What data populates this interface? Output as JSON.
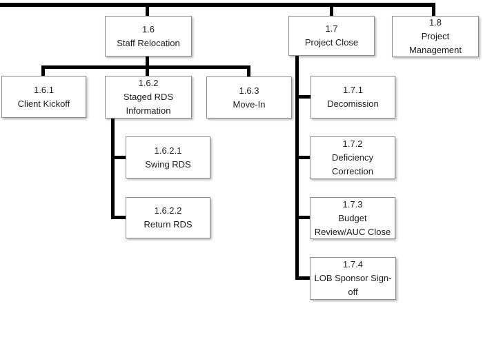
{
  "diagram": {
    "type": "wbs-org-chart",
    "nodes": [
      {
        "code": "1.6",
        "label": "Staff Relocation"
      },
      {
        "code": "1.7",
        "label": "Project Close"
      },
      {
        "code": "1.8",
        "label": "Project\nManagement"
      },
      {
        "code": "1.6.1",
        "label": "Client Kickoff"
      },
      {
        "code": "1.6.2",
        "label": "Staged RDS\nInformation"
      },
      {
        "code": "1.6.3",
        "label": "Move-In"
      },
      {
        "code": "1.7.1",
        "label": "Decomission"
      },
      {
        "code": "1.6.2.1",
        "label": "Swing RDS"
      },
      {
        "code": "1.7.2",
        "label": "Deficiency\nCorrection"
      },
      {
        "code": "1.6.2.2",
        "label": "Return RDS"
      },
      {
        "code": "1.7.3",
        "label": "Budget\nReview/AUC Close"
      },
      {
        "code": "1.7.4",
        "label": "LOB Sponsor Sign-\noff"
      }
    ],
    "colors": {
      "connector": "#000000",
      "box_border": "#8c8c8c",
      "box_fill": "#ffffff",
      "text": "#1a1a1a"
    }
  }
}
